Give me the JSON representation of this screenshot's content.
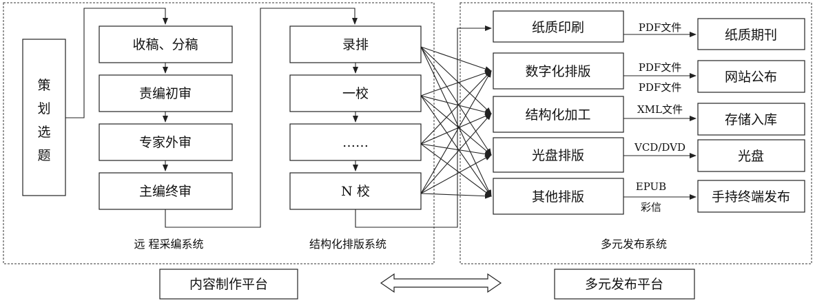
{
  "left_section": {
    "planning": [
      "策",
      "划",
      "选",
      "题"
    ],
    "steps": [
      "收稿、分稿",
      "责编初审",
      "专家外审",
      "主编终审"
    ],
    "caption": "远 程采编系统"
  },
  "middle_section": {
    "steps": [
      "录排",
      "一校",
      "……",
      "N 校"
    ],
    "caption": "结构化排版系统"
  },
  "right_section": {
    "processes": [
      "纸质印刷",
      "数字化排版",
      "结构化加工",
      "光盘排版",
      "其他排版"
    ],
    "outputs": [
      "纸质期刊",
      "网站公布",
      "存储入库",
      "光盘",
      "手持终端发布"
    ],
    "formats": [
      "PDF文件",
      "PDF文件",
      "PDF文件",
      "XML文件",
      "VCD/DVD",
      "EPUB",
      "彩信"
    ],
    "caption": "多元发布系统"
  },
  "platforms": {
    "content": "内容制作平台",
    "publish": "多元发布平台"
  }
}
